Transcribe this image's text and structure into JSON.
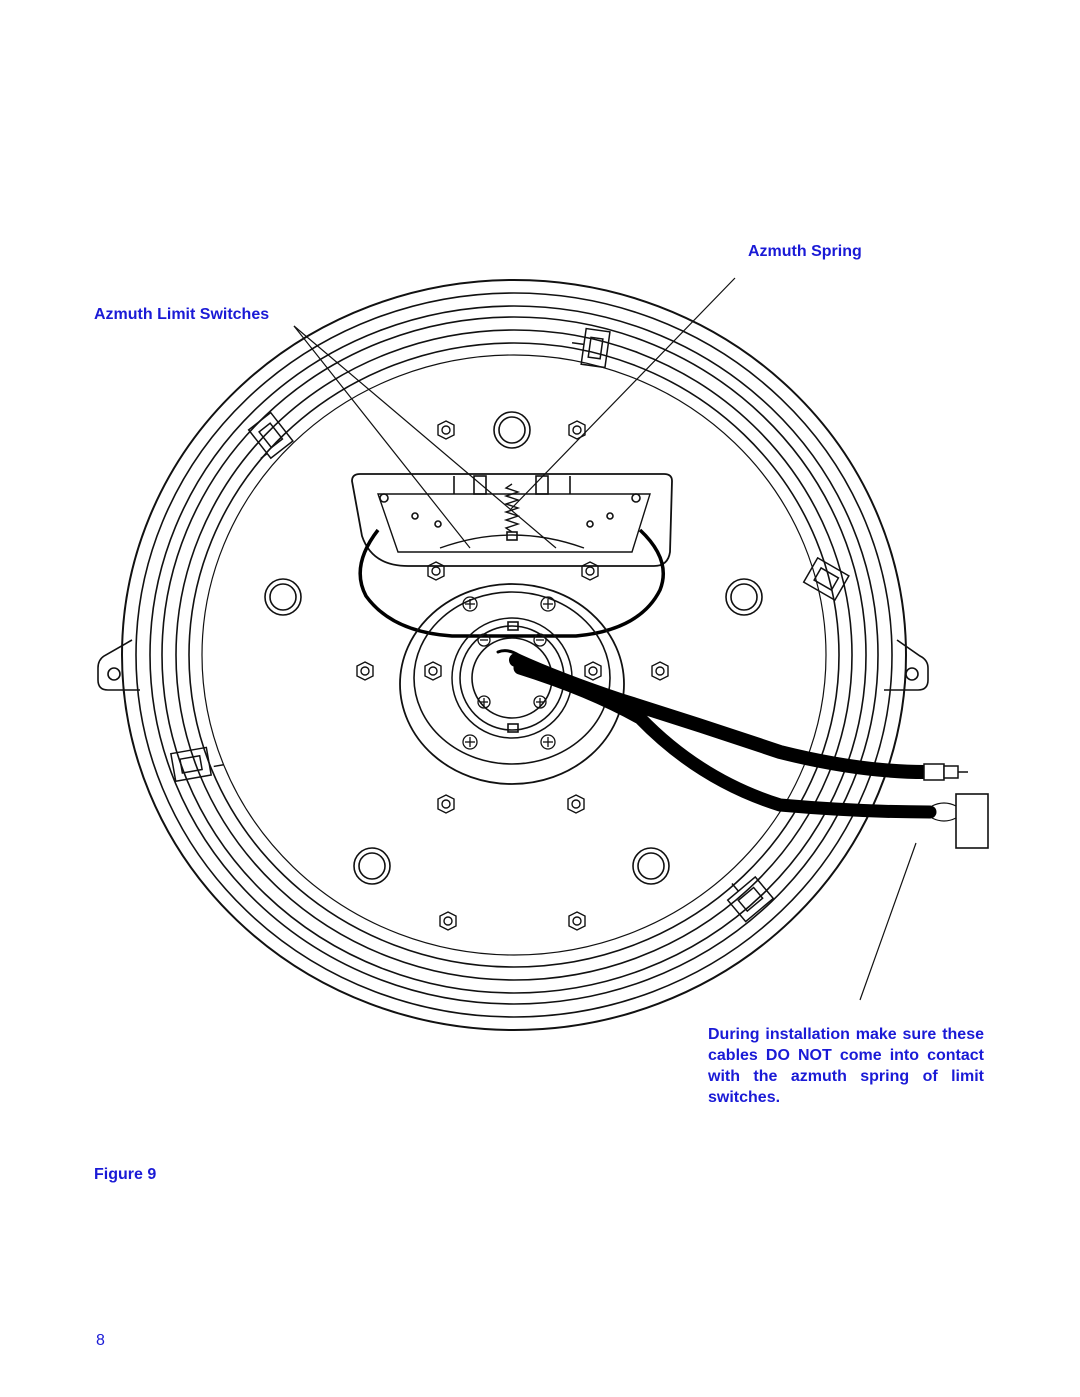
{
  "labels": {
    "azimuth_spring": "Azmuth Spring",
    "azimuth_limit_switches": "Azmuth Limit Switches",
    "cable_warning": "During installation make sure these cables DO NOT come into contact with the azmuth spring of limit switches.",
    "figure_caption": "Figure 9"
  },
  "page_number": "8",
  "colors": {
    "label_text": "#1a1ad6",
    "line_art": "#111111",
    "cable": "#000000"
  }
}
